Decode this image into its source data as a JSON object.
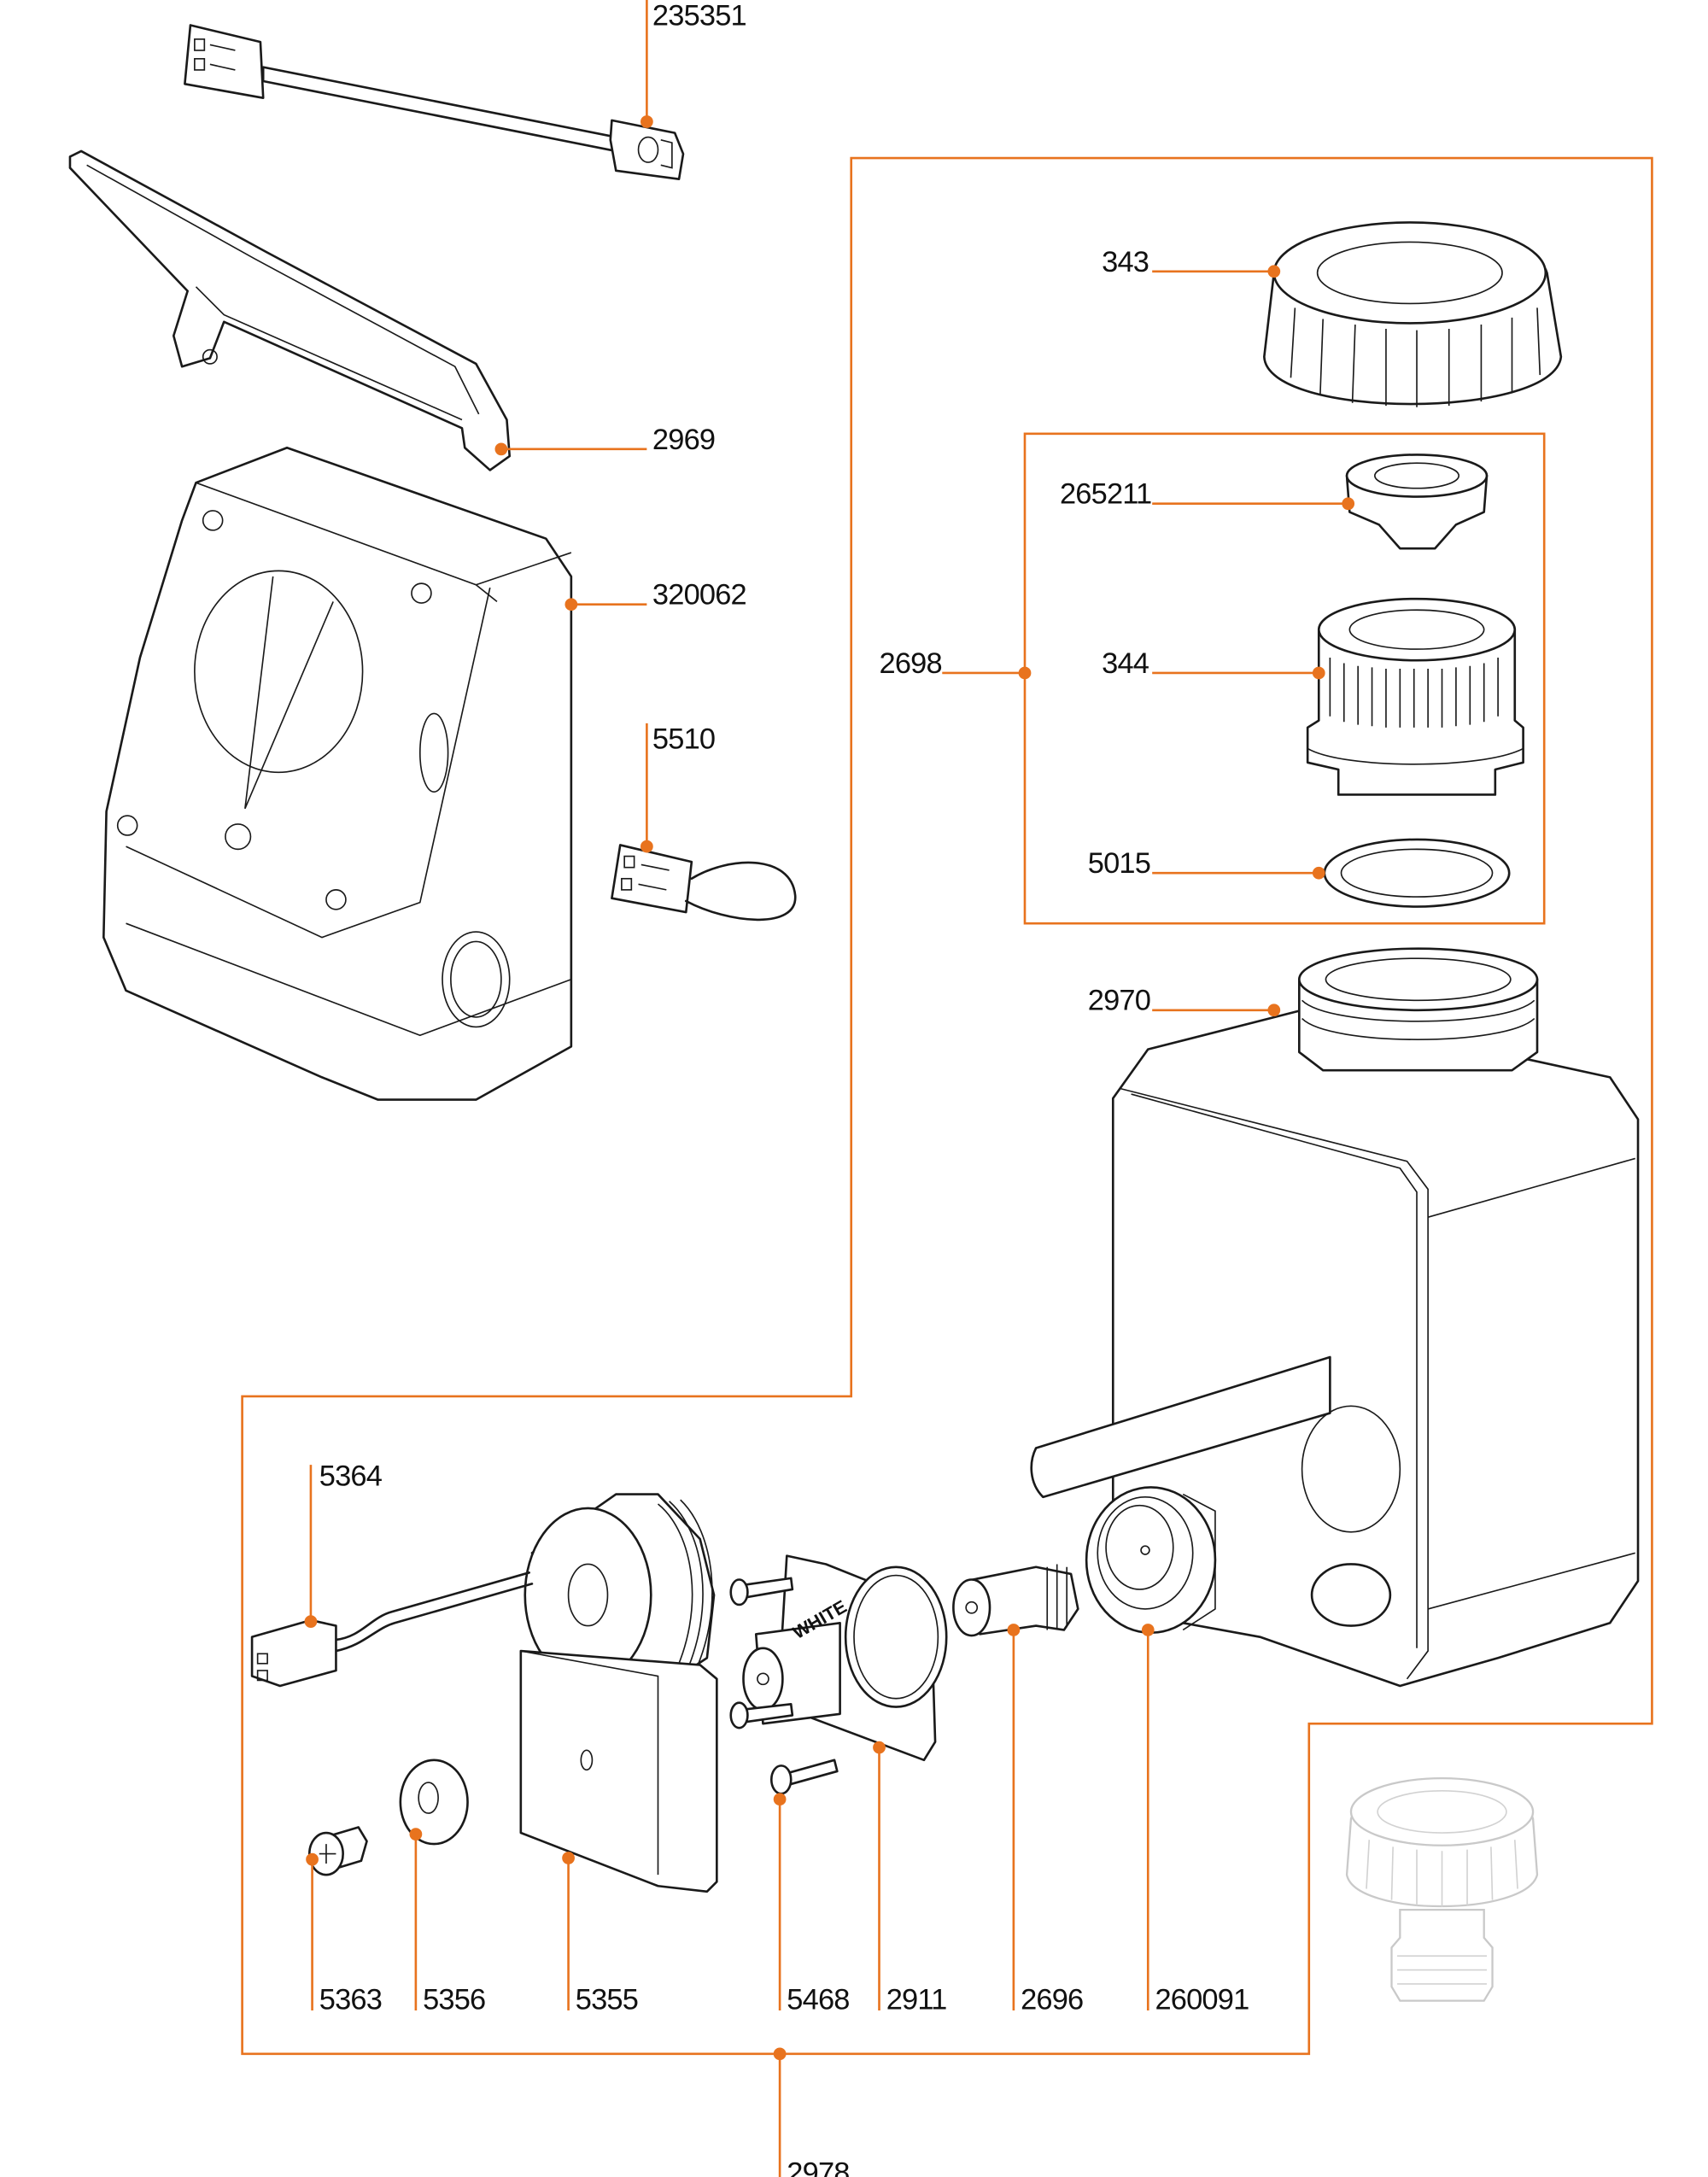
{
  "diagram": {
    "type": "exploded-parts-diagram",
    "accent_color": "#e8731e",
    "line_color": "#1a1a1a",
    "ghost_color": "#c9c9c9",
    "part_labels": {
      "p235351": "235351",
      "p2969": "2969",
      "p320062": "320062",
      "p5510": "5510",
      "p343": "343",
      "p265211": "265211",
      "p2698": "2698",
      "p344": "344",
      "p5015": "5015",
      "p2970": "2970",
      "p5364": "5364",
      "p5363": "5363",
      "p5356": "5356",
      "p5355": "5355",
      "p5468": "5468",
      "p2911": "2911",
      "p2696": "2696",
      "p260091": "260091",
      "p2978": "2978"
    },
    "embossed_text": "WHITE",
    "groups": [
      {
        "assembly": "2978",
        "members": [
          "2970",
          "343",
          "2698",
          "5364",
          "5363",
          "5356",
          "5355",
          "5468",
          "2911",
          "2696",
          "260091"
        ]
      },
      {
        "assembly": "2698",
        "members": [
          "265211",
          "344",
          "5015"
        ]
      }
    ]
  }
}
